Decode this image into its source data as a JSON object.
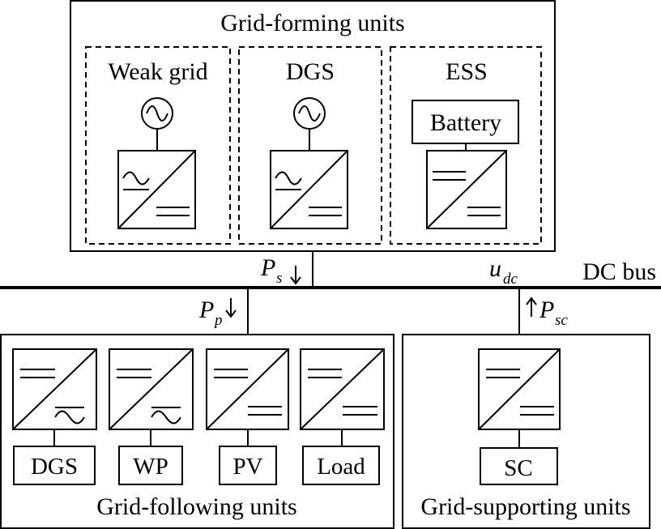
{
  "groups": {
    "forming": "Grid-forming units",
    "following": "Grid-following units",
    "supporting": "Grid-supporting units"
  },
  "forming_columns": {
    "weak_grid": "Weak grid",
    "dgs": "DGS",
    "ess": "ESS"
  },
  "battery": "Battery",
  "bus": {
    "label": "DC bus",
    "voltage_main": "u",
    "voltage_sub": "dc"
  },
  "flows": {
    "ps_main": "P",
    "ps_sub": "s",
    "pp_main": "P",
    "pp_sub": "p",
    "psc_main": "P",
    "psc_sub": "sc"
  },
  "following_units": [
    "DGS",
    "WP",
    "PV",
    "Load"
  ],
  "supporting_unit": "SC"
}
